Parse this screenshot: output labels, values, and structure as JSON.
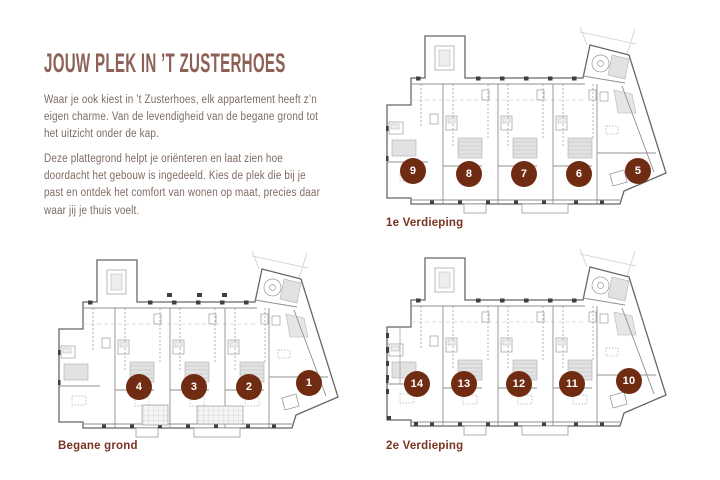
{
  "intro": {
    "title": "JOUW PLEK IN ’T ZUSTERHOES",
    "paragraph1": [
      "Waar je ook kiest in ’t Zusterhoes, elk appartement heeft z’n",
      "eigen charme. Van de levendigheid van de begane grond tot",
      "het uitzicht onder de kap."
    ],
    "paragraph2": [
      "Deze plattegrond helpt je oriënteren en laat zien hoe",
      "doordacht het gebouw is ingedeeld. Kies de plek die bij je",
      "past en ontdek het comfort van wonen op maat, precies daar",
      "waar jij je thuis voelt."
    ]
  },
  "colors": {
    "accent": "#702c12",
    "title": "#8d6156",
    "body": "#7d6b62",
    "label": "#7a3322"
  },
  "plans": [
    {
      "id": "1e-verdieping",
      "label": "1e Verdieping",
      "units": [
        "9",
        "8",
        "7",
        "6",
        "5"
      ]
    },
    {
      "id": "begane-grond",
      "label": "Begane grond",
      "units": [
        "4",
        "3",
        "2",
        "1"
      ]
    },
    {
      "id": "2e-verdieping",
      "label": "2e Verdieping",
      "units": [
        "14",
        "13",
        "12",
        "11",
        "10"
      ]
    }
  ]
}
